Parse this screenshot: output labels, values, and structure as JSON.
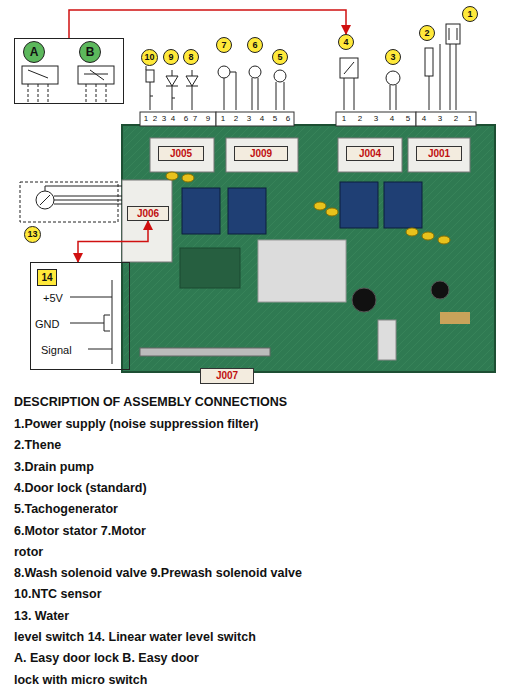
{
  "diagram": {
    "title": "DESCRIPTION OF ASSEMBLY CONNECTIONS",
    "nodes": [
      {
        "text": []
      },
      {
        "text": [
          "A"
        ],
        "in": 0
      },
      {
        "text": [
          "B"
        ],
        "in": 0
      },
      {
        "text": [
          "10"
        ]
      },
      {
        "text": [
          "9"
        ]
      },
      {
        "text": [
          "8"
        ]
      },
      {
        "text": [
          "7"
        ]
      },
      {
        "text": [
          "6"
        ]
      },
      {
        "text": [
          "5"
        ]
      },
      {
        "text": [
          "4"
        ]
      },
      {
        "text": [
          "3"
        ]
      },
      {
        "text": [
          "2"
        ]
      },
      {
        "text": [
          "1"
        ]
      },
      {
        "text": [
          "J005"
        ]
      },
      {
        "text": [
          "J009"
        ]
      },
      {
        "text": [
          "J004"
        ]
      },
      {
        "text": [
          "J001"
        ]
      },
      {
        "text": [
          "13"
        ]
      },
      {
        "text": [
          "J006"
        ]
      },
      {
        "text": [
          "+5V",
          "GND",
          "Signal"
        ]
      },
      {
        "text": [
          "14"
        ],
        "in": 19
      },
      {
        "text": [
          "J007"
        ]
      }
    ],
    "edges": [
      {
        "from": 0,
        "to": 9,
        "arrow": "to"
      },
      {
        "from": 18,
        "to": 19,
        "arrow": "both"
      }
    ],
    "labels": [
      "1",
      "2",
      "3",
      "4",
      "6",
      "7",
      "9",
      "1",
      "2",
      "3",
      "4",
      "5",
      "6",
      "1",
      "2",
      "3",
      "4",
      "5",
      "4",
      "3",
      "2",
      "1",
      "1.Power supply (noise suppression filter)",
      "2.Thene",
      "3.Drain pump",
      "4.Door lock (standard)",
      "5.Tachogenerator",
      "6.Motor stator 7.Motor",
      "rotor",
      "8.Wash solenoid valve 9.Prewash solenoid valve",
      "10.NTC sensor",
      "13. Water",
      "level switch 14. Linear water level switch",
      "A. Easy door lock B. Easy door",
      "lock with micro switch"
    ]
  }
}
